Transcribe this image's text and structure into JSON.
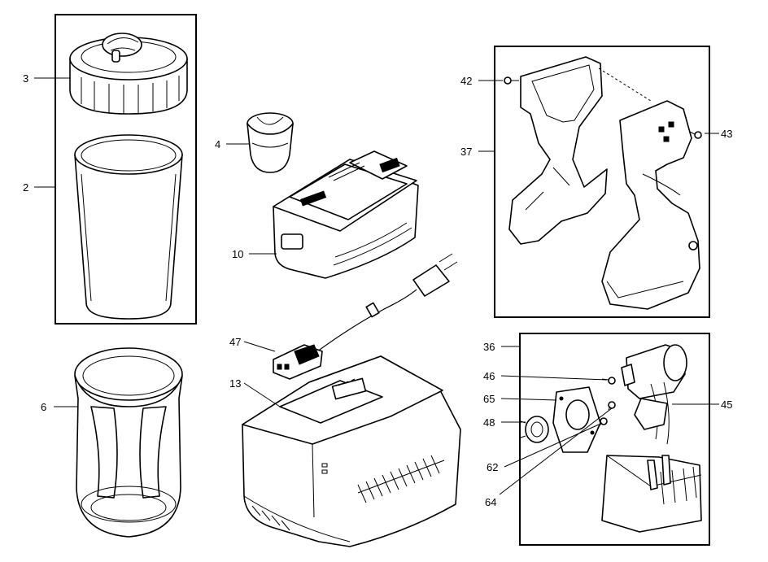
{
  "callouts": {
    "c2": "2",
    "c3": "3",
    "c4": "4",
    "c6": "6",
    "c10": "10",
    "c13": "13",
    "c36": "36",
    "c37": "37",
    "c42": "42",
    "c43": "43",
    "c45": "45",
    "c46": "46",
    "c47": "47",
    "c48": "48",
    "c62": "62",
    "c64": "64",
    "c65": "65"
  }
}
